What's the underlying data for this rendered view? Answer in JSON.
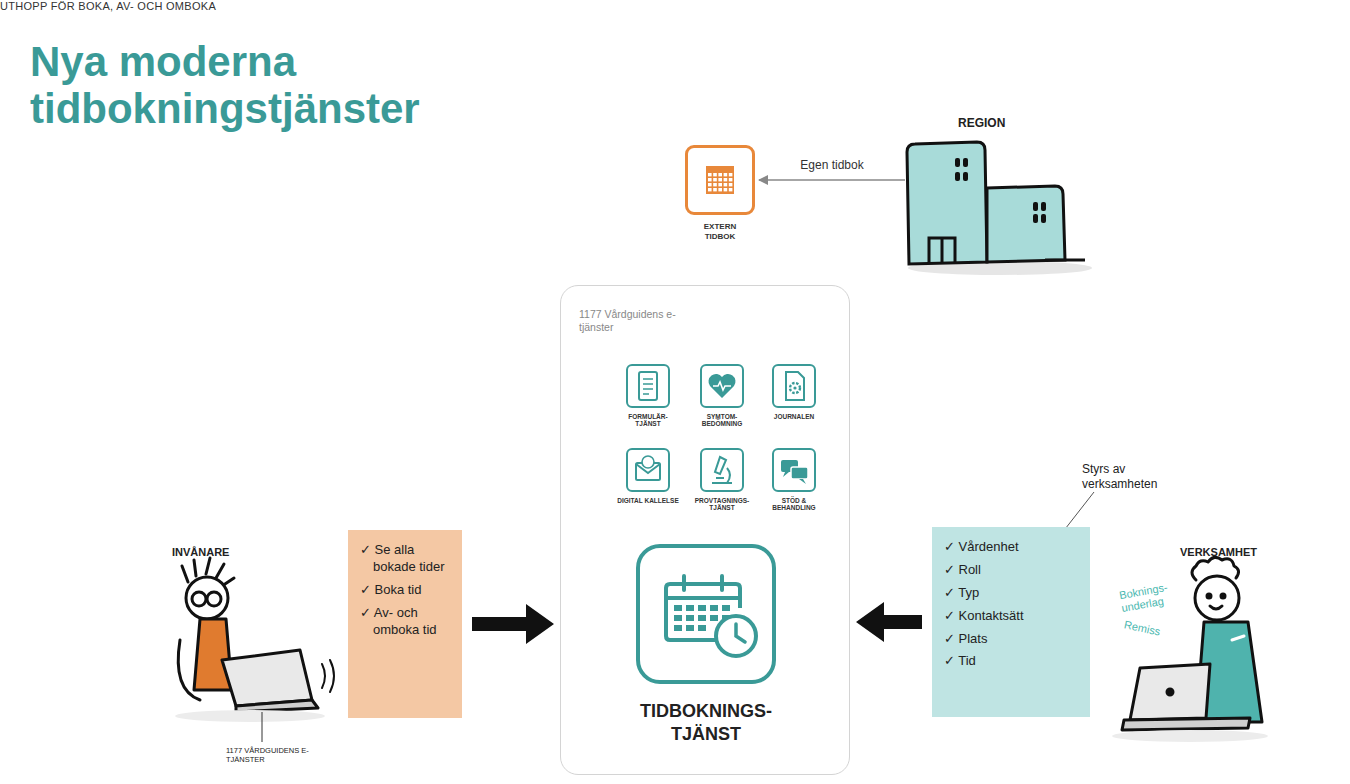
{
  "diagram": {
    "title": "Nya moderna tidbokningstjänster",
    "nodes": [
      {
        "text": [
          "EXTERN TIDBOK"
        ]
      },
      {
        "text": [
          "REGION"
        ]
      },
      {
        "text": [
          "✓ Se alla bokade tider",
          "✓ Boka tid",
          "✓ Av- och omboka tid"
        ]
      },
      {
        "text": [
          "1177 Vårdguidens e-tjänster"
        ]
      },
      {
        "text": [
          "FORMULÄR- TJÄNST"
        ],
        "in": 3
      },
      {
        "text": [
          "SYMTOM- BEDÖMNING"
        ],
        "in": 3
      },
      {
        "text": [
          "JOURNALEN"
        ],
        "in": 3
      },
      {
        "text": [
          "DIGITAL KALLELSE"
        ],
        "in": 3
      },
      {
        "text": [
          "PROVTAGNINGS- TJÄNST"
        ],
        "in": 3
      },
      {
        "text": [
          "STÖD & BEHANDLING"
        ],
        "in": 3
      },
      {
        "text": [
          "TIDBOKNINGS- TJÄNST"
        ],
        "in": 3
      },
      {
        "text": [
          "✓ Vårdenhet",
          "✓ Roll",
          "✓ Typ",
          "✓ Kontaktsätt",
          "✓ Plats",
          "✓ Tid"
        ]
      }
    ],
    "edges": [
      {
        "from": 1,
        "to": 0,
        "label": "Egen tidbok",
        "arrow": "to"
      },
      {
        "from": 2,
        "to": 0,
        "label": "UTHOPP FÖR BOKA, AV- OCH OMBOKA",
        "arrow": "to"
      },
      {
        "from": 2,
        "to": 3,
        "arrow": "to"
      },
      {
        "from": 11,
        "to": 3,
        "arrow": "to"
      }
    ],
    "labels": [
      "INVÅNARE",
      "1177 VÅRDGUIDENS E-TJÄNSTER",
      "Styrs av verksamheten",
      "VERKSAMHET",
      "Boknings- underlag",
      "Remiss"
    ]
  }
}
